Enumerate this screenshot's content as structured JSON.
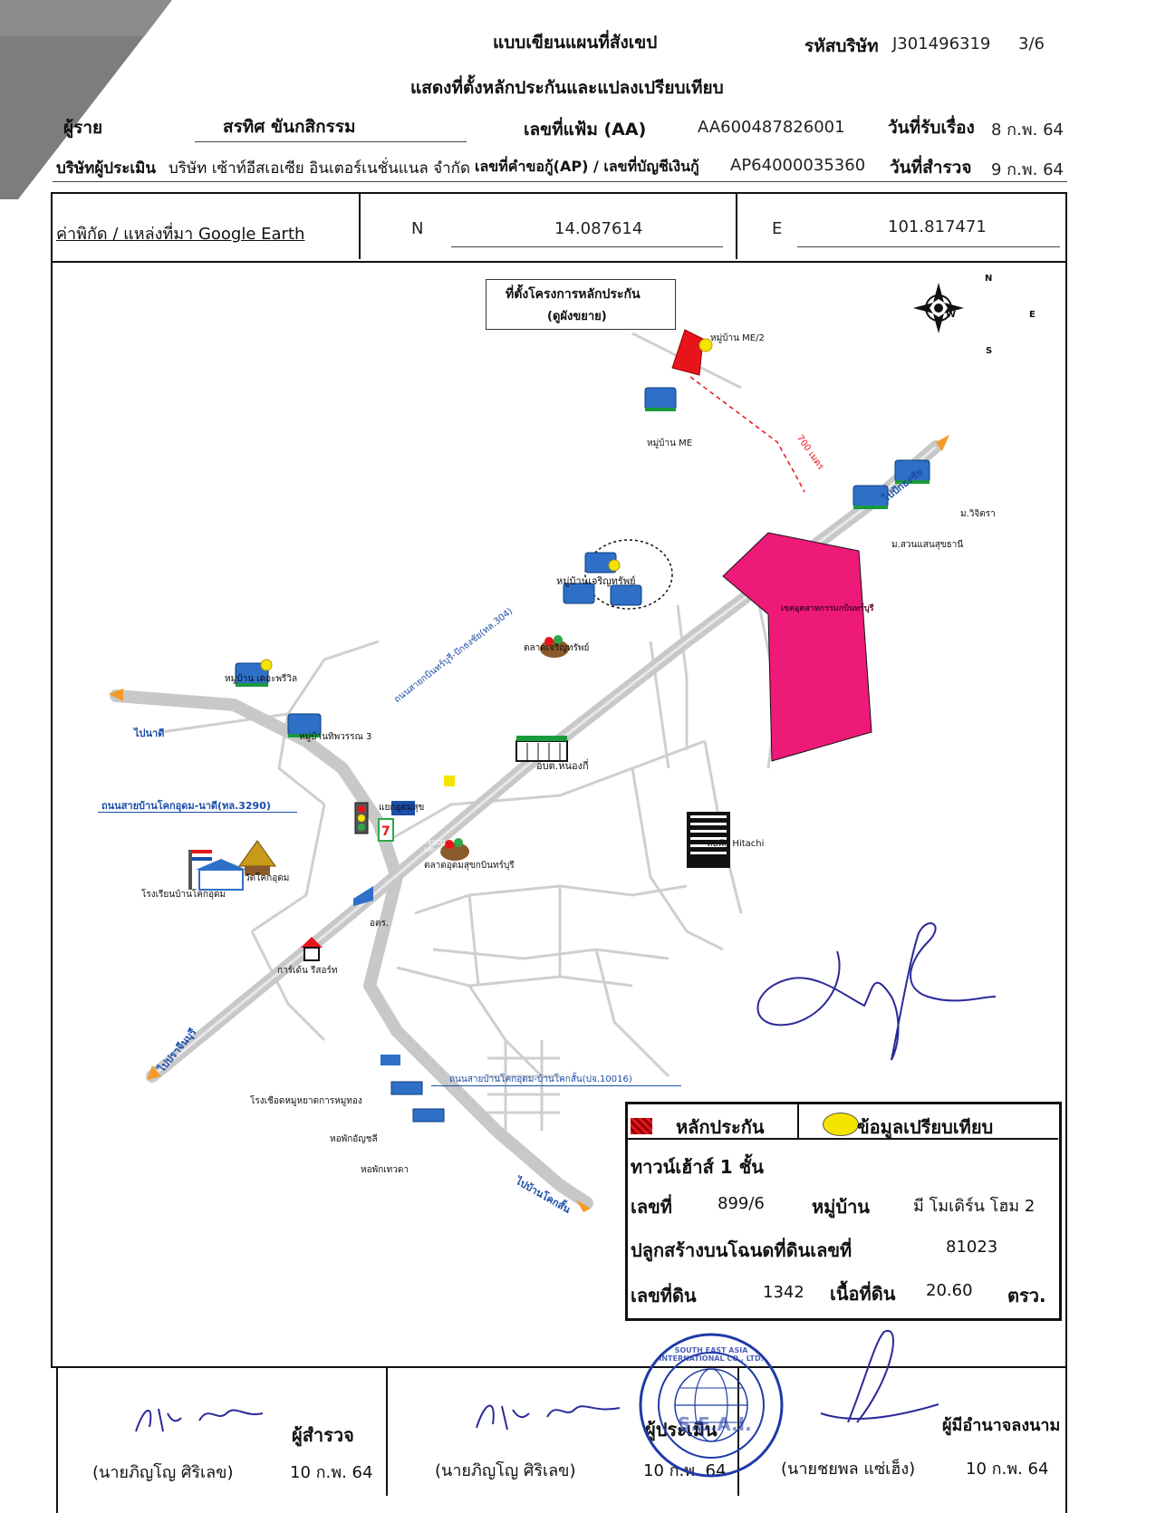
{
  "header": {
    "title": "แบบเขียนแผนที่สังเขป",
    "subtitle": "แสดงที่ตั้งหลักประกันและแปลงเปรียบเทียบ",
    "company_code_label": "รหัสบริษัท",
    "company_code": "J301496319",
    "page": "3/6"
  },
  "info": {
    "client_label": "ผู้ราย",
    "client_name": "สรทิศ ขันกสิกรรม",
    "file_no_label": "เลขที่แฟ้ม (AA)",
    "file_no": "AA600487826001",
    "received_label": "วันที่รับเรื่อง",
    "received_date": "8 ก.พ. 64",
    "appraiser_label": "บริษัทผู้ประเมิน",
    "appraiser_name": "บริษัท เซ้าท์อีสเอเซีย อินเตอร์เนชั่นแนล จำกัด",
    "ap_label": "เลขที่คำขอกู้(AP) / เลขที่บัญชีเงินกู้",
    "ap_no": "AP64000035360",
    "survey_label": "วันที่สำรวจ",
    "survey_date": "9 ก.พ. 64"
  },
  "coords": {
    "source_label": "ค่าพิกัด / แหล่งที่มา Google Earth",
    "n_label": "N",
    "n_value": "14.087614",
    "e_label": "E",
    "e_value": "101.817471"
  },
  "map": {
    "callout_line1": "ที่ตั้งโครงการหลักประกัน",
    "callout_line2": "(ดูผังขยาย)",
    "compass": {
      "n": "N",
      "s": "S",
      "e": "E",
      "w": "W"
    },
    "labels": {
      "me2": "หมู่บ้าน ME/2",
      "me": "หมู่บ้าน ME",
      "distance": "700 เมตร",
      "to_prachinburi": "ไปปักธงชัย",
      "vichitra": "ม.วิจิตรา",
      "suan_saen": "ม.สวนแสนสุขธานี",
      "charoen": "หมู่บ้านเจริญทรัพย์",
      "industrial": "เขตอุตสาหกรรมกบินทร์บุรี",
      "talat_charoen": "ตลาดเจริญทรัพย์",
      "the_previl": "หมู่บ้าน เดอะพรีวิล",
      "to_nadi": "ไปนาดี",
      "thipwan": "หมู่บ้านทิพวรรณ 3",
      "road_304": "ถนนสายกบินทร์บุรี-ปักธงชัย(ทล.304)",
      "obt": "อบต.หนองกี่",
      "road_3290": "ถนนสายบ้านโคกอุดม-นาดี(ทล.3290)",
      "junction": "แยกอุดมสุข",
      "tesco": "TESCO Lotus",
      "talat_udom": "ตลาดอุดมสุขกบินทร์บุรี",
      "hitachi": "หอพัก Hitachi",
      "wat": "วัดโคกอุดม",
      "school": "โรงเรียนบ้านโคกอุดม",
      "ors": "อตร.",
      "garden": "การ์เด้น รีสอร์ท",
      "to_prachin": "ไปปราจีนบุรี",
      "road_10016": "ถนนสายบ้านโคกอุดม-บ้านโคกสั้น(ปจ.10016)",
      "factory": "โรงเชือดหมูหยาดการหมูทอง",
      "dorm1": "หอพักอัญชลี",
      "dorm2": "หอพักเทวดา",
      "to_khoksan": "ไปบ้านโคกสั้น"
    }
  },
  "legend": {
    "collateral": "หลักประกัน",
    "comparison": "ข้อมูลเปรียบเทียบ",
    "type": "ทาวน์เฮ้าส์ 1 ชั้น",
    "no_label": "เลขที่",
    "no": "899/6",
    "village_label": "หมู่บ้าน",
    "village": "มี โมเดิร์น โฮม 2",
    "deed_label": "ปลูกสร้างบนโฉนดที่ดินเลขที่",
    "deed": "81023",
    "land_no_label": "เลขที่ดิน",
    "land_no": "1342",
    "area_label": "เนื้อที่ดิน",
    "area": "20.60",
    "area_unit": "ตรว."
  },
  "signatures": {
    "surveyor_role": "ผู้สำรวจ",
    "surveyor_name": "(นายภิญโญ ศิริเลข)",
    "surveyor_date": "10 ก.พ. 64",
    "appraiser_role": "ผู้ประเมิน",
    "appraiser_name": "(นายภิญโญ ศิริเลข)",
    "appraiser_date": "10 ก.พ. 64",
    "authorized_role": "ผู้มีอำนาจลงนาม",
    "authorized_name": "(นายชยพล แซ่เฮ็ง)",
    "authorized_date": "10 ก.พ. 64",
    "stamp_text": "SOUTH EAST ASIA INTERNATIONAL CO., LTD.",
    "stamp_abbr": "S.E.A.I."
  },
  "colors": {
    "collateral": "#e8141c",
    "comparison": "#f5e400",
    "industrial": "#ee1a78",
    "road": "#c8c8c8",
    "blue_label": "#1a4ea8",
    "signature": "#2a2a9a"
  }
}
